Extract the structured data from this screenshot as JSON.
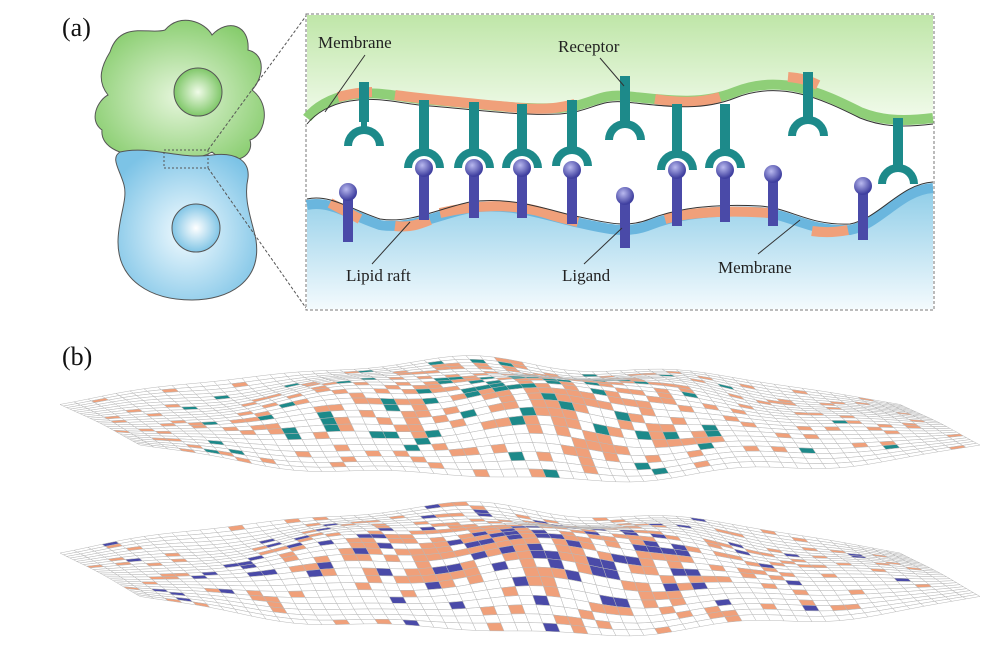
{
  "panel_a": {
    "label": "(a)",
    "labels": {
      "membrane_top": "Membrane",
      "receptor": "Receptor",
      "lipid_raft": "Lipid raft",
      "ligand": "Ligand",
      "membrane_bottom": "Membrane"
    }
  },
  "panel_b": {
    "label": "(b)"
  },
  "colors": {
    "cell_top": "#8fd07a",
    "cell_bottom": "#8cc9e6",
    "raft": "#f0a07a",
    "receptor": "#1d8a8a",
    "ligand": "#4a4aa8",
    "mesh_line": "#b8b8b8"
  }
}
